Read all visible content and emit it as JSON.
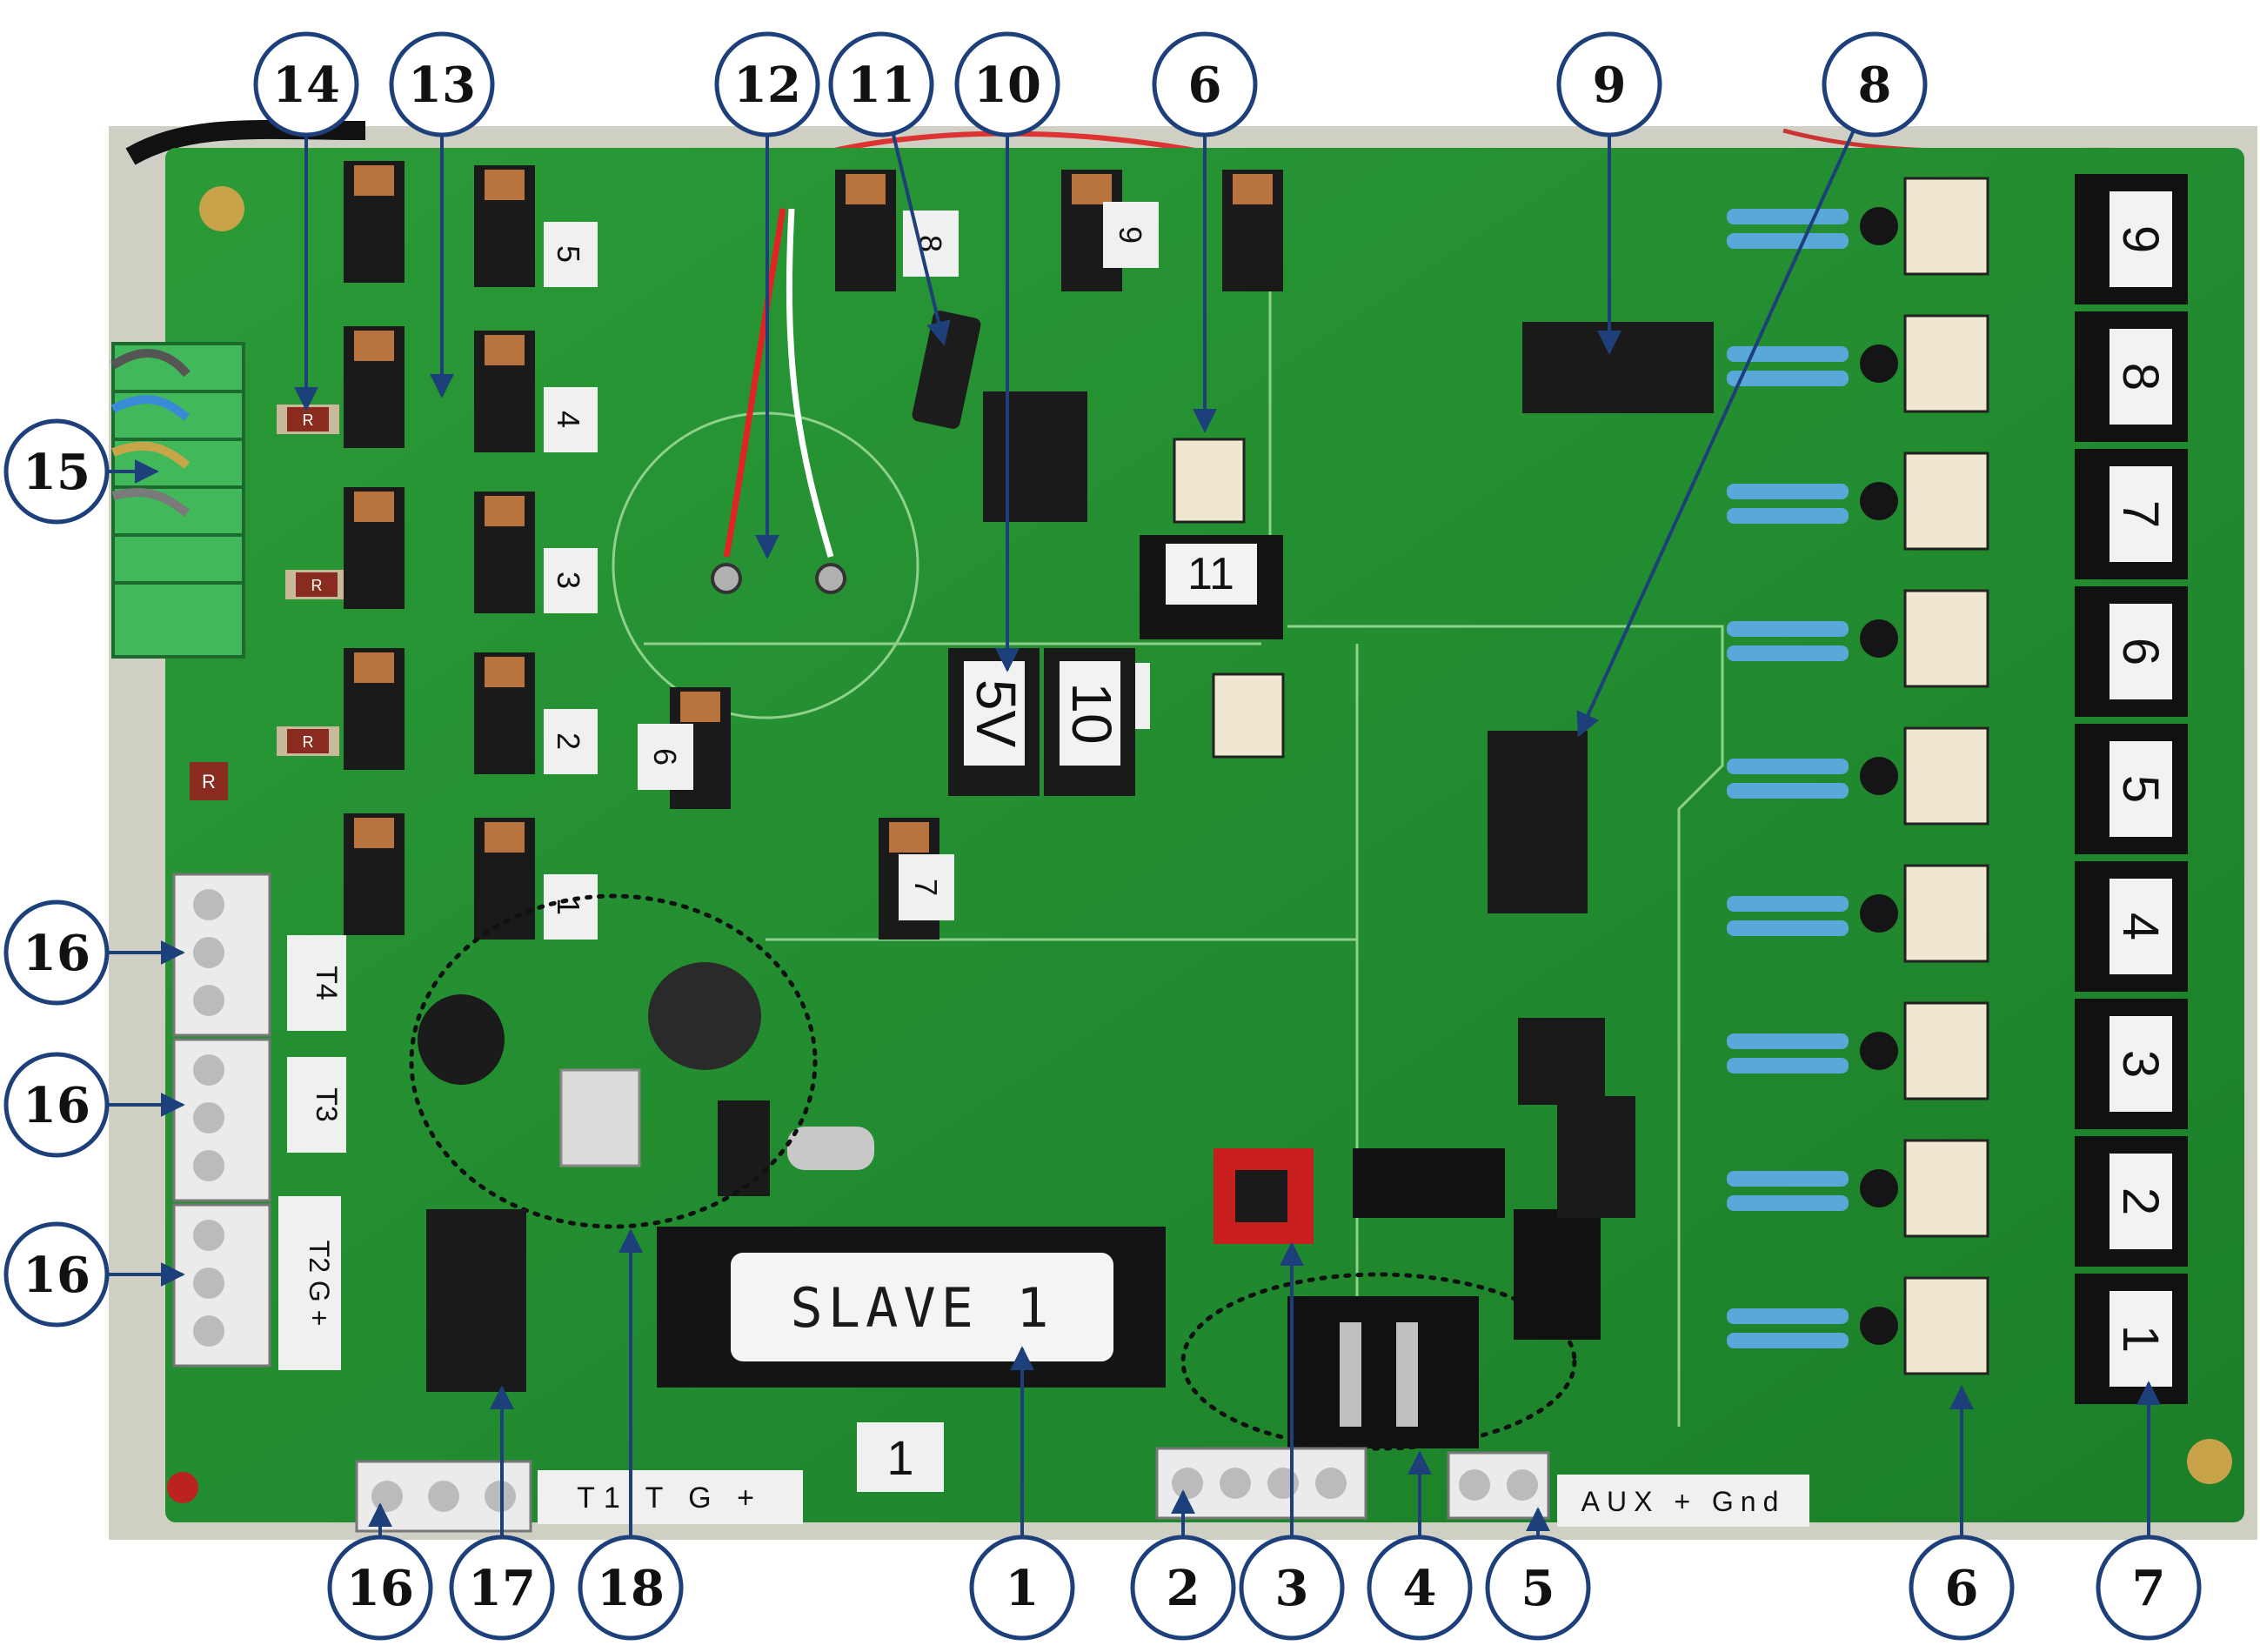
{
  "photo": {
    "board_color": "#1f8a2e",
    "trace_color": "#8fd18c",
    "callout_color": "#1d3f7a",
    "slave_label": "SLAVE 1",
    "label_near_slave": "1",
    "regulator_labels": [
      "5V",
      "10"
    ],
    "relay_label": "11",
    "channel_tags": [
      "9",
      "8",
      "7",
      "6",
      "5",
      "4",
      "3",
      "2",
      "1"
    ],
    "pair_tags": [
      "5",
      "4",
      "3",
      "2",
      "1"
    ],
    "driver_tags": [
      "8",
      "9",
      "10",
      "6",
      "7"
    ],
    "terminal_labels": {
      "t4": "T4",
      "t3": "T3",
      "t2": "T2 G +",
      "t1": "T1 T G +",
      "aux": "AUX + Gnd"
    },
    "misc": [
      "R",
      "R",
      "R",
      "R"
    ]
  },
  "callouts": [
    {
      "id": "c14",
      "label": "14"
    },
    {
      "id": "c13",
      "label": "13"
    },
    {
      "id": "c12",
      "label": "12"
    },
    {
      "id": "c11",
      "label": "11"
    },
    {
      "id": "c10",
      "label": "10"
    },
    {
      "id": "c6a",
      "label": "6"
    },
    {
      "id": "c9",
      "label": "9"
    },
    {
      "id": "c8",
      "label": "8"
    },
    {
      "id": "c15",
      "label": "15"
    },
    {
      "id": "c16a",
      "label": "16"
    },
    {
      "id": "c16b",
      "label": "16"
    },
    {
      "id": "c16c",
      "label": "16"
    },
    {
      "id": "c16d",
      "label": "16"
    },
    {
      "id": "c17",
      "label": "17"
    },
    {
      "id": "c18",
      "label": "18"
    },
    {
      "id": "c1",
      "label": "1"
    },
    {
      "id": "c2",
      "label": "2"
    },
    {
      "id": "c3",
      "label": "3"
    },
    {
      "id": "c4",
      "label": "4"
    },
    {
      "id": "c5",
      "label": "5"
    },
    {
      "id": "c6b",
      "label": "6"
    },
    {
      "id": "c7",
      "label": "7"
    }
  ]
}
